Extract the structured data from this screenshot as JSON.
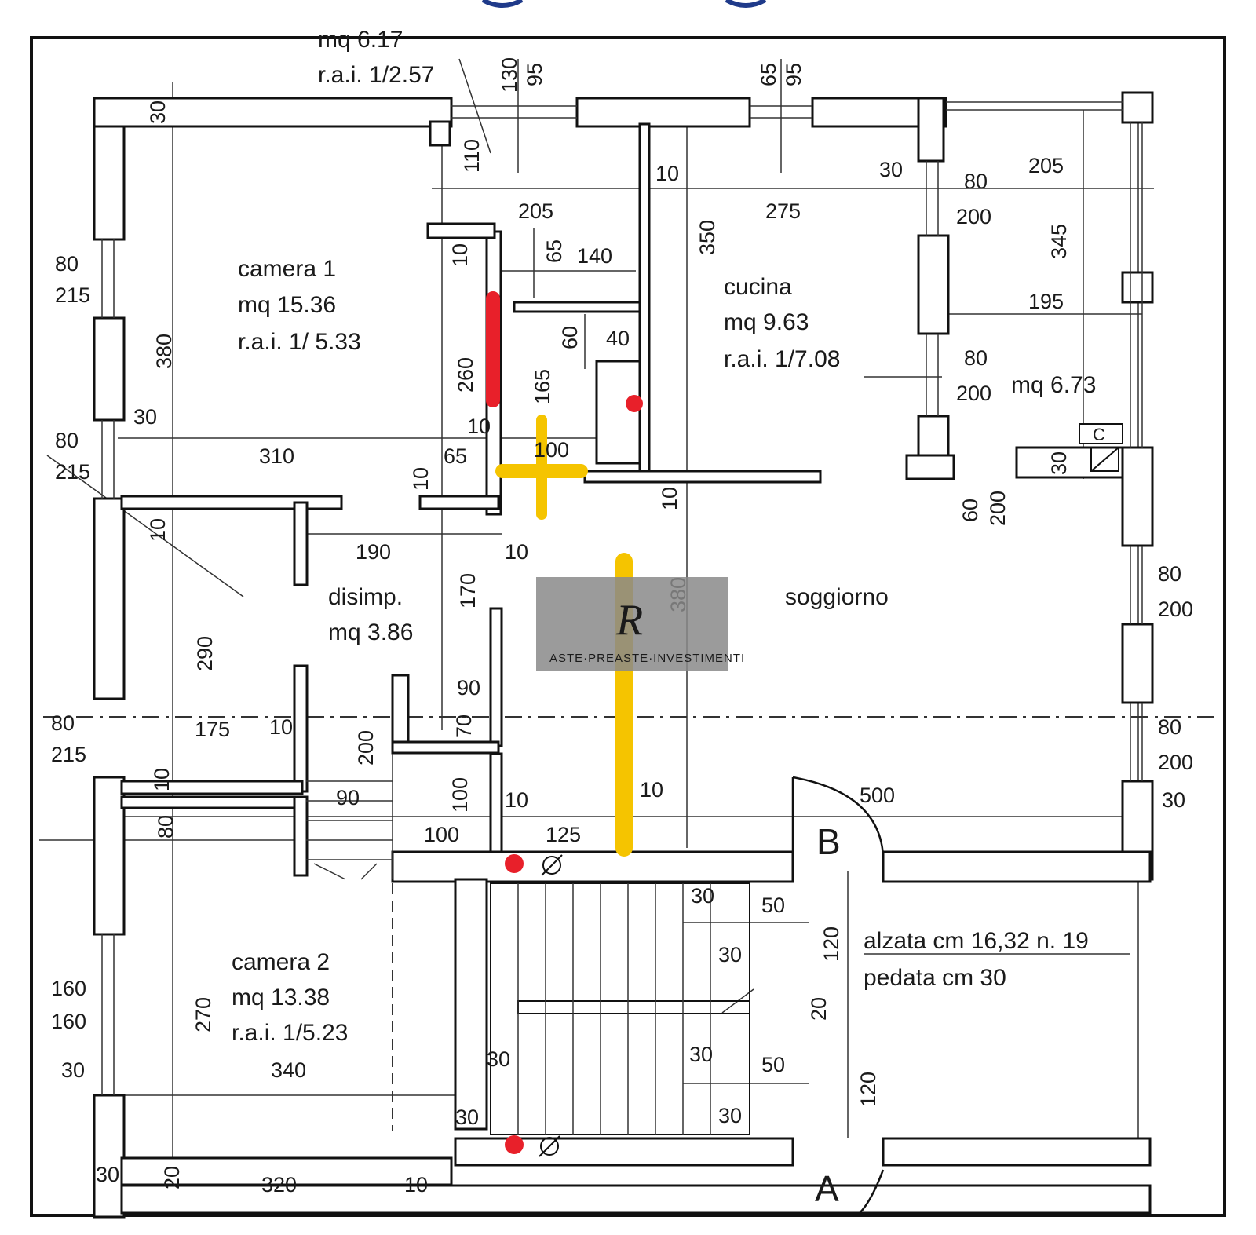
{
  "rooms": {
    "camera1": {
      "name": "camera 1",
      "area": "mq 15.36",
      "rai": "r.a.i. 1/ 5.33"
    },
    "cucina": {
      "name": "cucina",
      "area": "mq 9.63",
      "rai": "r.a.i. 1/7.08"
    },
    "disimp": {
      "name": "disimp.",
      "area": "mq 3.86"
    },
    "soggiorno": {
      "name": "soggiorno"
    },
    "camera2": {
      "name": "camera 2",
      "area": "mq 13.38",
      "rai": "r.a.i. 1/5.23"
    },
    "balcony": {
      "area": "mq 6.73"
    },
    "top_room": {
      "area": "mq 6.17",
      "rai": "r.a.i. 1/2.57"
    }
  },
  "stairs": {
    "alzata": "alzata cm 16,32 n. 19",
    "pedata": "pedata cm 30"
  },
  "markers": {
    "a": "A",
    "b": "B",
    "c": "C"
  },
  "watermark": {
    "text": "ASTE·PREASTE·INVESTIMENTI"
  },
  "dimensions": {
    "d130": "130",
    "d95a": "95",
    "d65a": "65",
    "d95b": "95",
    "d30a": "30",
    "d110": "110",
    "d205a": "205",
    "d10a": "10",
    "d275": "275",
    "d30b": "30",
    "d80a": "80",
    "d200a": "200",
    "d205b": "205",
    "d345": "345",
    "d80b": "80",
    "d215a": "215",
    "d380a": "380",
    "d10b": "10",
    "d65b": "65",
    "d140": "140",
    "d350": "350",
    "d195": "195",
    "d60a": "60",
    "d40": "40",
    "d260": "260",
    "d165": "165",
    "d80c": "80",
    "d200b": "200",
    "d30c": "30",
    "d10c": "10",
    "d100a": "100",
    "d80d": "80",
    "d215b": "215",
    "d310": "310",
    "d65c": "65",
    "d10d": "10",
    "d30d": "30",
    "d60b": "60",
    "d200c": "200",
    "d10e": "10",
    "d10f": "10",
    "d190": "190",
    "d10g": "10",
    "d170": "170",
    "d380b": "380",
    "d80e": "80",
    "d200d": "200",
    "d290": "290",
    "d90a": "90",
    "d80f": "80",
    "d215c": "215",
    "d175": "175",
    "d10h": "10",
    "d200e": "200",
    "d70": "70",
    "d80g": "80",
    "d200f": "200",
    "d10i": "10",
    "d90b": "90",
    "d100b": "100",
    "d10j": "10",
    "d10k": "10",
    "d500": "500",
    "d30e": "30",
    "d80h": "80",
    "d100c": "100",
    "d125": "125",
    "d30f": "30",
    "d50a": "50",
    "d120a": "120",
    "d30g": "30",
    "d20a": "20",
    "d160a": "160",
    "d160b": "160",
    "d270": "270",
    "d30h": "30",
    "d340": "340",
    "d30i": "30",
    "d30j": "30",
    "d50b": "50",
    "d120b": "120",
    "d30k": "30",
    "d30l": "30",
    "d30m": "30",
    "d20b": "20",
    "d320": "320",
    "d10l": "10"
  },
  "colors": {
    "highlight_red": "#e8202a",
    "highlight_yellow": "#f5c400",
    "marker_red": "#e8202a",
    "watermark_bg": "#8a8a8a",
    "watermark_logo": "#e6c36a"
  }
}
